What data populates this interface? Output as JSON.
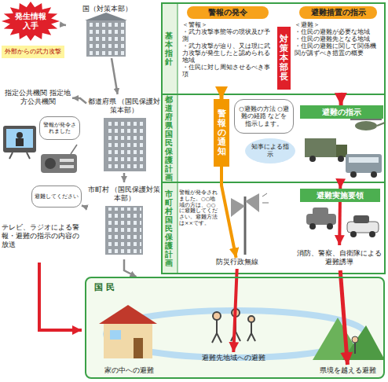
{
  "diagram": {
    "nodes": [
      {
        "text": [
          "発生情報入手"
        ]
      },
      {
        "text": [
          "国（対策本部）"
        ]
      },
      {
        "text": [
          "外部からの武力攻撃"
        ]
      },
      {
        "text": [
          "指定公共機関 指定地方公共機関"
        ]
      },
      {
        "text": [
          "都道府県 （国民保護対策本部）"
        ]
      },
      {
        "text": [
          "警報が発令されました"
        ]
      },
      {
        "text": [
          "避難してください"
        ]
      },
      {
        "text": [
          "市町村 （国民保護対策本部）"
        ]
      },
      {
        "text": [
          "基本指針"
        ]
      },
      {
        "text": [
          "警報の発令",
          "＜警報＞",
          "・武力攻撃事態等の現状及び予測",
          "・武力攻撃が迫り、又は現に武力攻撃が発生したと認められる地域",
          "・住民に対し周知させるべき事項"
        ],
        "in": 8
      },
      {
        "text": [
          "対策本部長"
        ],
        "in": 8
      },
      {
        "text": [
          "避難措置の指示",
          "＜避難＞",
          "・住民の避難が必要な地域",
          "・住民の避難先となる地域",
          "・住民の避難に関して関係機関が講ずべき措置の概要"
        ],
        "in": 8
      },
      {
        "text": [
          "都道府県国民保護計画"
        ]
      },
      {
        "text": [
          "警報の通知"
        ],
        "in": 12
      },
      {
        "text": [
          "○避難の方法 ○避難の経路 などを指示します。"
        ],
        "in": 12
      },
      {
        "text": [
          "知事による指示"
        ],
        "in": 12
      },
      {
        "text": [
          "避難の指示"
        ],
        "in": 12
      },
      {
        "text": [
          "市町村国民保護計画"
        ]
      },
      {
        "text": [
          "警報が発令されました。○○地域の方は、○○に避難してください。避難方法は××です。"
        ],
        "in": 17
      },
      {
        "text": [
          "防災行政無線"
        ],
        "in": 17
      },
      {
        "text": [
          "避難実施要領"
        ],
        "in": 17
      },
      {
        "text": [
          "消防、警察、自衛隊による避難誘導"
        ],
        "in": 17
      },
      {
        "text": [
          "国 民"
        ]
      },
      {
        "text": [
          "家の中への避難"
        ],
        "in": 22
      },
      {
        "text": [
          "避難先地域への避難"
        ],
        "in": 22
      },
      {
        "text": [
          "県境を越える避難"
        ],
        "in": 22
      }
    ],
    "edges": [
      {
        "from": 0,
        "to": 1,
        "arrow": "to"
      },
      {
        "from": 1,
        "to": 4,
        "arrow": "to"
      },
      {
        "from": 4,
        "to": 3,
        "arrow": "to"
      },
      {
        "from": 4,
        "to": 7,
        "arrow": "to"
      },
      {
        "from": 7,
        "to": 6,
        "arrow": "to"
      },
      {
        "from": 7,
        "to": 22,
        "arrow": "to"
      },
      {
        "from": 9,
        "to": 13,
        "arrow": "to"
      },
      {
        "from": 11,
        "to": 16,
        "arrow": "to"
      },
      {
        "from": 13,
        "to": 19,
        "arrow": "to"
      },
      {
        "from": 16,
        "to": 20,
        "arrow": "to"
      },
      {
        "from": 20,
        "to": 21,
        "arrow": "to"
      },
      {
        "from": 21,
        "to": 25,
        "arrow": "to"
      },
      {
        "from": 19,
        "to": 24,
        "arrow": "to"
      }
    ],
    "labels": [
      "テレビ、ラジオによる警報・避難の指示の内容の放送"
    ]
  }
}
